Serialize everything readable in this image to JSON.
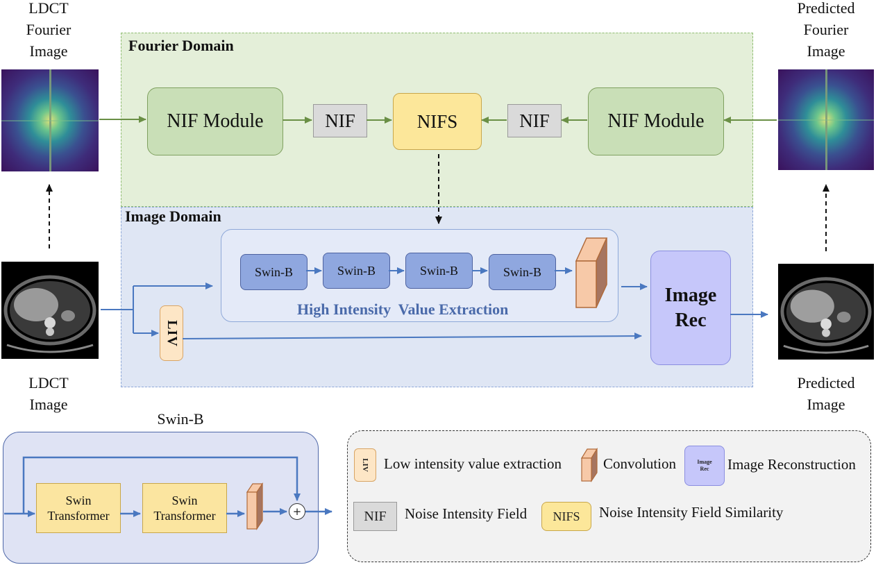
{
  "inputs": {
    "ldct_fourier_caption": [
      "LDCT",
      "Fourier",
      "Image"
    ],
    "ldct_image_caption": [
      "LDCT",
      "Image"
    ]
  },
  "outputs": {
    "predicted_fourier_caption": [
      "Predicted",
      "Fourier",
      "Image"
    ],
    "predicted_image_caption": [
      "Predicted",
      "Image"
    ]
  },
  "fourier_domain": {
    "title": "Fourier Domain",
    "left_module": "NIF Module",
    "left_nif": "NIF",
    "center": "NIFS",
    "right_nif": "NIF",
    "right_module": "NIF Module"
  },
  "image_domain": {
    "title": "Image Domain",
    "swin_blocks": [
      "Swin-B",
      "Swin-B",
      "Swin-B",
      "Swin-B"
    ],
    "extraction_label": "High Intensity  Value Extraction",
    "liv_label": "LIV",
    "rec_label": [
      "Image",
      "Rec"
    ]
  },
  "swin_b_panel": {
    "title": "Swin-B",
    "block1": [
      "Swin",
      "Transformer"
    ],
    "block2": [
      "Swin",
      "Transformer"
    ],
    "plus": "+"
  },
  "legend": {
    "liv_icon": "LIV",
    "liv_text": "Low intensity value extraction",
    "conv_text": "Convolution",
    "rec_icon": [
      "Image",
      "Rec"
    ],
    "rec_text": "Image Reconstruction",
    "nif_icon": "NIF",
    "nif_text": "Noise Intensity Field",
    "nifs_icon": "NIFS",
    "nifs_text": "Noise Intensity Field Similarity"
  },
  "colors": {
    "arrow_blue": "#4a78c0",
    "arrow_green": "#6a8f45",
    "fourier_bg": "#e4efd9",
    "image_bg": "#dfe6f4"
  }
}
